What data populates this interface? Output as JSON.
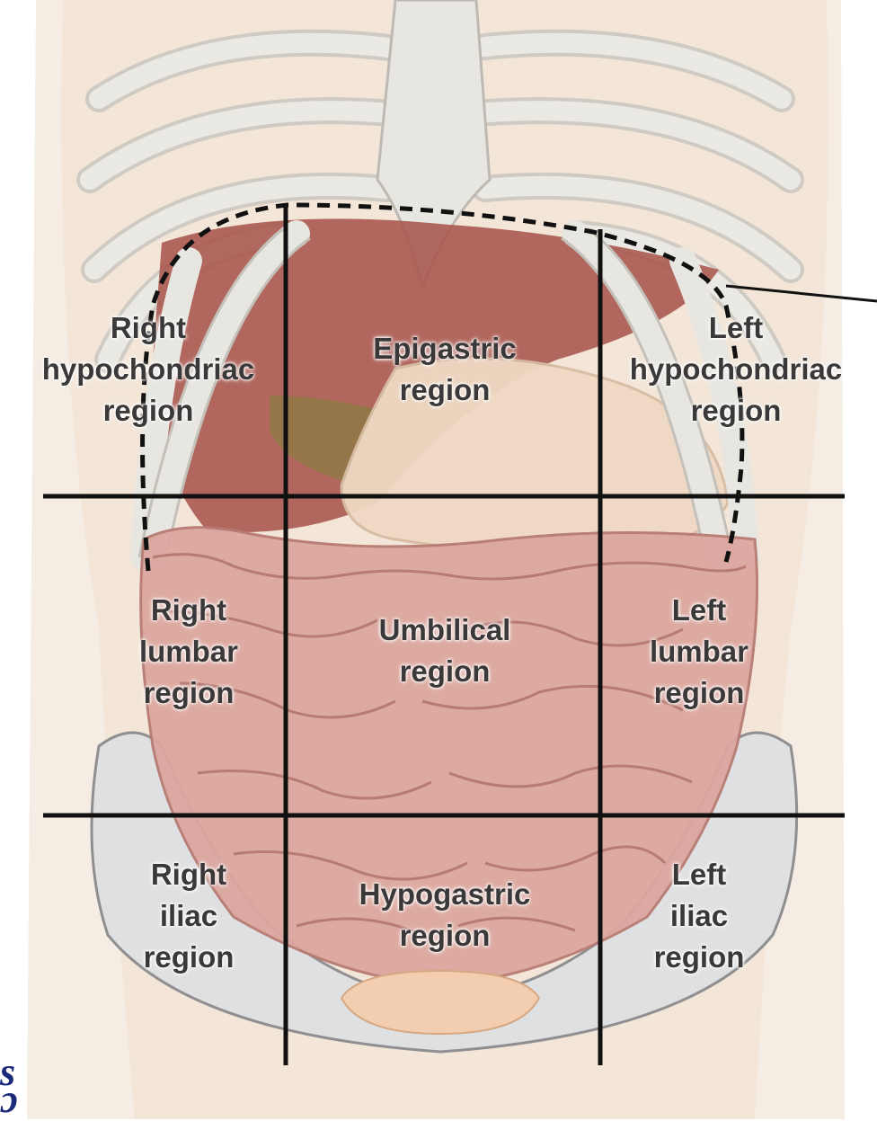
{
  "regions": {
    "right_hypochondriac": [
      "Right",
      "hypochondriac",
      "region"
    ],
    "epigastric": [
      "Epigastric",
      "region"
    ],
    "left_hypochondriac": [
      "Left",
      "hypochondriac",
      "region"
    ],
    "right_lumbar": [
      "Right",
      "lumbar",
      "region"
    ],
    "umbilical": [
      "Umbilical",
      "region"
    ],
    "left_lumbar": [
      "Left",
      "lumbar",
      "region"
    ],
    "right_iliac": [
      "Right",
      "iliac",
      "region"
    ],
    "hypogastric": [
      "Hypogastric",
      "region"
    ],
    "left_iliac": [
      "Left",
      "iliac",
      "region"
    ]
  },
  "corner_mark": [
    "s",
    "ɔ"
  ],
  "colors": {
    "bone": "#e6e4df",
    "bone_outline": "#b9b6af",
    "skin": "#f3e6d8",
    "liver": "#a7554c",
    "intestine": "#dca79f",
    "intestine_outline": "#b77b73",
    "stomach": "#efd9c4",
    "pelvis": "#dfe0e2",
    "line": "#111111"
  }
}
